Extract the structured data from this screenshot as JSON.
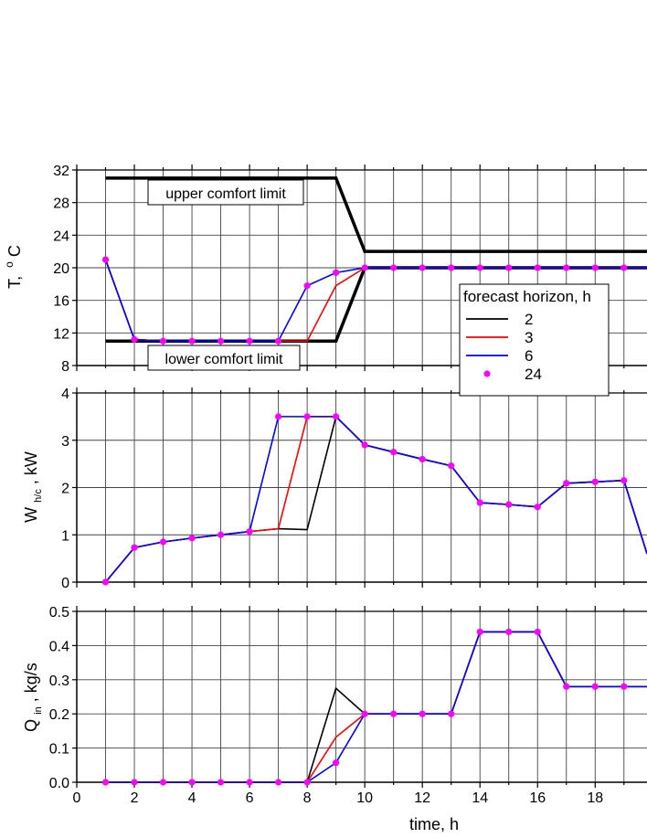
{
  "chart_data": [
    {
      "type": "line",
      "ylabel_main": "T,",
      "ylabel_sup": "o",
      "ylabel_unit": "C",
      "xlim": [
        0,
        19.8
      ],
      "ylim": [
        8,
        32
      ],
      "yticks": [
        "8",
        "12",
        "16",
        "20",
        "24",
        "28",
        "32"
      ],
      "ytick_values": [
        8,
        12,
        16,
        20,
        24,
        28,
        32
      ],
      "grid": true,
      "comfort_limits": {
        "upper": {
          "label": "upper comfort limit",
          "x": [
            1,
            9,
            10,
            19.8
          ],
          "y": [
            31,
            31,
            22,
            22
          ]
        },
        "lower": {
          "label": "lower comfort limit",
          "x": [
            1,
            9,
            10,
            19.8
          ],
          "y": [
            11,
            11,
            20,
            20
          ]
        }
      },
      "series": [
        {
          "name": "2",
          "color": "#000000",
          "x": [
            1,
            2,
            3,
            4,
            5,
            6,
            7,
            8,
            9,
            10,
            11,
            12,
            13,
            14,
            15,
            16,
            17,
            18,
            19,
            19.8
          ],
          "y": [
            21,
            11.2,
            11,
            11,
            11,
            11,
            11,
            11,
            11,
            20,
            20,
            20,
            20,
            20,
            20,
            20,
            20,
            20,
            20,
            20
          ]
        },
        {
          "name": "3",
          "color": "#ff0000",
          "x": [
            1,
            2,
            3,
            4,
            5,
            6,
            7,
            8,
            9,
            10,
            11,
            12,
            13,
            14,
            15,
            16,
            17,
            18,
            19,
            19.8
          ],
          "y": [
            21,
            11.2,
            11,
            11,
            11,
            11,
            11,
            11,
            17.8,
            20,
            20,
            20,
            20,
            20,
            20,
            20,
            20,
            20,
            20,
            20
          ]
        },
        {
          "name": "6",
          "color": "#0000ff",
          "x": [
            1,
            2,
            3,
            4,
            5,
            6,
            7,
            8,
            9,
            10,
            11,
            12,
            13,
            14,
            15,
            16,
            17,
            18,
            19,
            19.8
          ],
          "y": [
            21,
            11.2,
            11,
            11,
            11,
            11,
            11,
            17.8,
            19.4,
            20,
            20,
            20,
            20,
            20,
            20,
            20,
            20,
            20,
            20,
            20
          ]
        },
        {
          "name": "24",
          "color": "#ff00ff",
          "marker": "dot",
          "x": [
            1,
            2,
            3,
            4,
            5,
            6,
            7,
            8,
            9,
            10,
            11,
            12,
            13,
            14,
            15,
            16,
            17,
            18,
            19
          ],
          "y": [
            21,
            11.2,
            11,
            11,
            11,
            11,
            11,
            17.8,
            19.4,
            20,
            20,
            20,
            20,
            20,
            20,
            20,
            20,
            20,
            20
          ]
        }
      ],
      "legend": {
        "title": "forecast horizon, h",
        "entries": [
          {
            "label": "2",
            "color": "#000000",
            "kind": "line"
          },
          {
            "label": "3",
            "color": "#ff0000",
            "kind": "line"
          },
          {
            "label": "6",
            "color": "#0000ff",
            "kind": "line"
          },
          {
            "label": "24",
            "color": "#ff00ff",
            "kind": "dot"
          }
        ]
      }
    },
    {
      "type": "line",
      "ylabel_main": "W",
      "ylabel_sub": "h/c",
      "ylabel_unit": ", kW",
      "xlim": [
        0,
        19.8
      ],
      "ylim": [
        0,
        4
      ],
      "yticks": [
        "0",
        "1",
        "2",
        "3",
        "4"
      ],
      "ytick_values": [
        0,
        1,
        2,
        3,
        4
      ],
      "grid": true,
      "series": [
        {
          "name": "2",
          "color": "#000000",
          "x": [
            1,
            2,
            3,
            4,
            5,
            6,
            7,
            8,
            9,
            10,
            11,
            12,
            13,
            14,
            15,
            16,
            17,
            18,
            19,
            19.8
          ],
          "y": [
            0,
            0.73,
            0.85,
            0.93,
            1.0,
            1.07,
            1.13,
            1.11,
            3.5,
            2.9,
            2.75,
            2.6,
            2.46,
            1.68,
            1.64,
            1.59,
            2.09,
            2.12,
            2.15,
            0.6
          ]
        },
        {
          "name": "3",
          "color": "#ff0000",
          "x": [
            1,
            2,
            3,
            4,
            5,
            6,
            7,
            8,
            9,
            10,
            11,
            12,
            13,
            14,
            15,
            16,
            17,
            18,
            19,
            19.8
          ],
          "y": [
            0,
            0.73,
            0.85,
            0.93,
            1.0,
            1.07,
            1.13,
            3.5,
            3.5,
            2.9,
            2.75,
            2.6,
            2.46,
            1.68,
            1.64,
            1.59,
            2.09,
            2.12,
            2.15,
            0.6
          ]
        },
        {
          "name": "6",
          "color": "#0000ff",
          "x": [
            1,
            2,
            3,
            4,
            5,
            6,
            7,
            8,
            9,
            10,
            11,
            12,
            13,
            14,
            15,
            16,
            17,
            18,
            19,
            19.8
          ],
          "y": [
            0,
            0.73,
            0.85,
            0.93,
            1.0,
            1.07,
            3.5,
            3.5,
            3.5,
            2.9,
            2.75,
            2.6,
            2.46,
            1.68,
            1.64,
            1.59,
            2.09,
            2.12,
            2.15,
            0.6
          ]
        },
        {
          "name": "24",
          "color": "#ff00ff",
          "marker": "dot",
          "x": [
            1,
            2,
            3,
            4,
            5,
            6,
            7,
            8,
            9,
            10,
            11,
            12,
            13,
            14,
            15,
            16,
            17,
            18,
            19
          ],
          "y": [
            0,
            0.73,
            0.85,
            0.93,
            1.0,
            1.07,
            3.5,
            3.5,
            3.5,
            2.9,
            2.75,
            2.6,
            2.46,
            1.68,
            1.64,
            1.59,
            2.09,
            2.12,
            2.15
          ]
        }
      ]
    },
    {
      "type": "line",
      "ylabel_main": "Q",
      "ylabel_sub": "in",
      "ylabel_unit": ", kg/s",
      "xlabel": "time, h",
      "xlim": [
        0,
        19.8
      ],
      "ylim": [
        0,
        0.5
      ],
      "xticks": [
        "0",
        "2",
        "4",
        "6",
        "8",
        "10",
        "12",
        "14",
        "16",
        "18"
      ],
      "xtick_values": [
        0,
        2,
        4,
        6,
        8,
        10,
        12,
        14,
        16,
        18
      ],
      "yticks": [
        "0.0",
        "0.1",
        "0.2",
        "0.3",
        "0.4",
        "0.5"
      ],
      "ytick_values": [
        0,
        0.1,
        0.2,
        0.3,
        0.4,
        0.5
      ],
      "grid": true,
      "series": [
        {
          "name": "2",
          "color": "#000000",
          "x": [
            1,
            2,
            3,
            4,
            5,
            6,
            7,
            8,
            9,
            10,
            11,
            12,
            13,
            14,
            15,
            16,
            17,
            18,
            19,
            19.8
          ],
          "y": [
            0,
            0,
            0,
            0,
            0,
            0,
            0,
            0,
            0.275,
            0.2,
            0.2,
            0.2,
            0.2,
            0.44,
            0.44,
            0.44,
            0.28,
            0.28,
            0.28,
            0.28
          ]
        },
        {
          "name": "3",
          "color": "#ff0000",
          "x": [
            1,
            2,
            3,
            4,
            5,
            6,
            7,
            8,
            9,
            10,
            11,
            12,
            13,
            14,
            15,
            16,
            17,
            18,
            19,
            19.8
          ],
          "y": [
            0,
            0,
            0,
            0,
            0,
            0,
            0,
            0,
            0.132,
            0.2,
            0.2,
            0.2,
            0.2,
            0.44,
            0.44,
            0.44,
            0.28,
            0.28,
            0.28,
            0.28
          ]
        },
        {
          "name": "6",
          "color": "#0000ff",
          "x": [
            1,
            2,
            3,
            4,
            5,
            6,
            7,
            8,
            9,
            10,
            11,
            12,
            13,
            14,
            15,
            16,
            17,
            18,
            19,
            19.8
          ],
          "y": [
            0,
            0,
            0,
            0,
            0,
            0,
            0,
            0,
            0.057,
            0.2,
            0.2,
            0.2,
            0.2,
            0.44,
            0.44,
            0.44,
            0.28,
            0.28,
            0.28,
            0.28
          ]
        },
        {
          "name": "24",
          "color": "#ff00ff",
          "marker": "dot",
          "x": [
            1,
            2,
            3,
            4,
            5,
            6,
            7,
            8,
            9,
            10,
            11,
            12,
            13,
            14,
            15,
            16,
            17,
            18,
            19
          ],
          "y": [
            0,
            0,
            0,
            0,
            0,
            0,
            0,
            0,
            0.057,
            0.2,
            0.2,
            0.2,
            0.2,
            0.44,
            0.44,
            0.44,
            0.28,
            0.28,
            0.28
          ]
        }
      ]
    }
  ]
}
